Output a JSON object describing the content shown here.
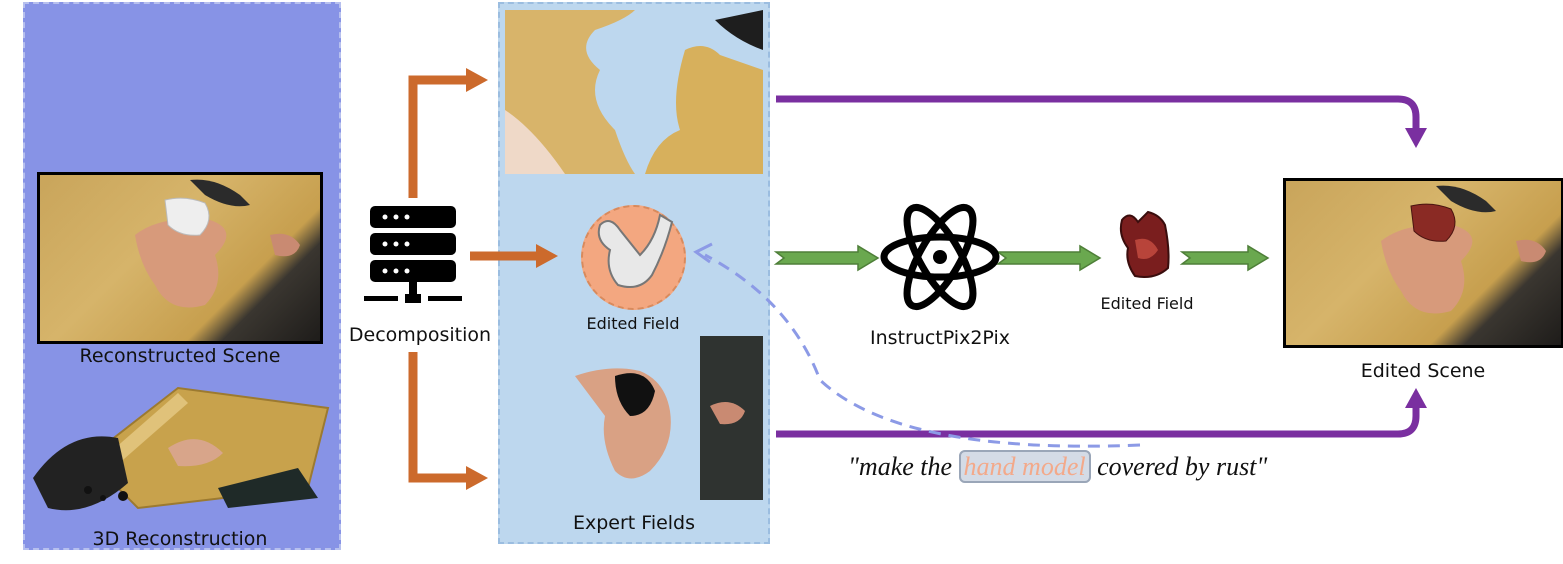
{
  "labels": {
    "reconstructed_scene": "Reconstructed Scene",
    "reconstruction_3d": "3D Reconstruction",
    "decomposition": "Decomposition",
    "edited_field_mid": "Edited Field",
    "expert_fields": "Expert Fields",
    "instructpix2pix": "InstructPix2Pix",
    "edited_field_right": "Edited Field",
    "edited_scene": "Edited Scene"
  },
  "prompt": {
    "prefix": "\"make the ",
    "highlight": "hand model",
    "suffix": " covered by rust\""
  },
  "colors": {
    "left_panel": "#8793e6",
    "mid_panel": "#bdd7ee",
    "decomposition_arrow": "#cc6a2c",
    "edit_arrow": "#6aa84f",
    "merge_arrow": "#7a2fa0",
    "dashed_arrow": "#8c9ae6",
    "highlight_text": "#f3a98a"
  },
  "icons": {
    "decomposition": "server-icon",
    "instructpix2pix": "atom-icon"
  }
}
